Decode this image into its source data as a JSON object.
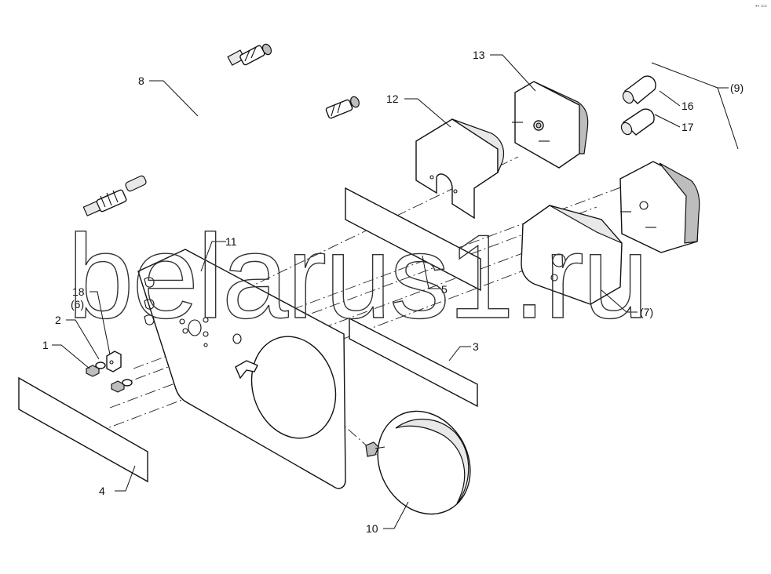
{
  "watermark": "belarus1.ru",
  "corner_mark": "•• ==",
  "callouts": {
    "c1": "1",
    "c2": "2",
    "c3": "3",
    "c4": "4",
    "c5": "5",
    "c7": "(7)",
    "c8": "8",
    "c9": "(9)",
    "c10": "10",
    "c11": "11",
    "c12": "12",
    "c13": "13",
    "c16": "16",
    "c17": "17",
    "c18": "18",
    "c6": "(6)"
  }
}
